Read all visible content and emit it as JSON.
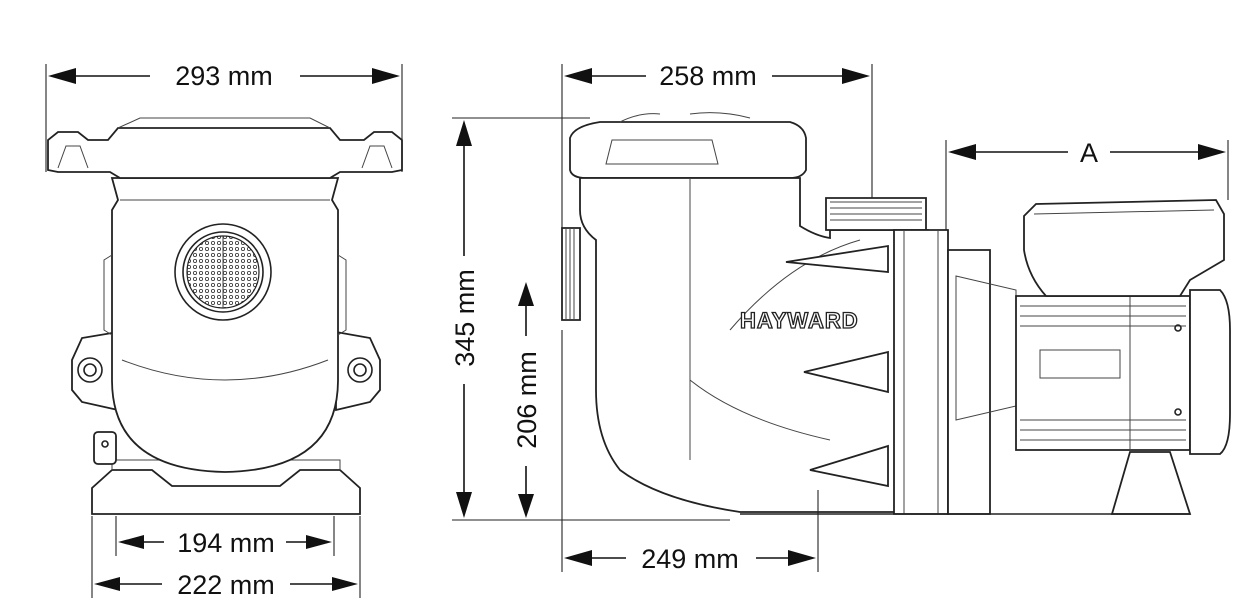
{
  "dimensions": {
    "front_width_top": "293 mm",
    "front_base_inner": "194 mm",
    "front_base_outer": "222 mm",
    "side_top_length": "258 mm",
    "side_bottom_length": "249 mm",
    "total_height": "345 mm",
    "inlet_height": "206 mm",
    "motor_length": "A"
  },
  "brand_logo": "HAYWARD",
  "colors": {
    "line": "#222222",
    "background": "#ffffff"
  }
}
